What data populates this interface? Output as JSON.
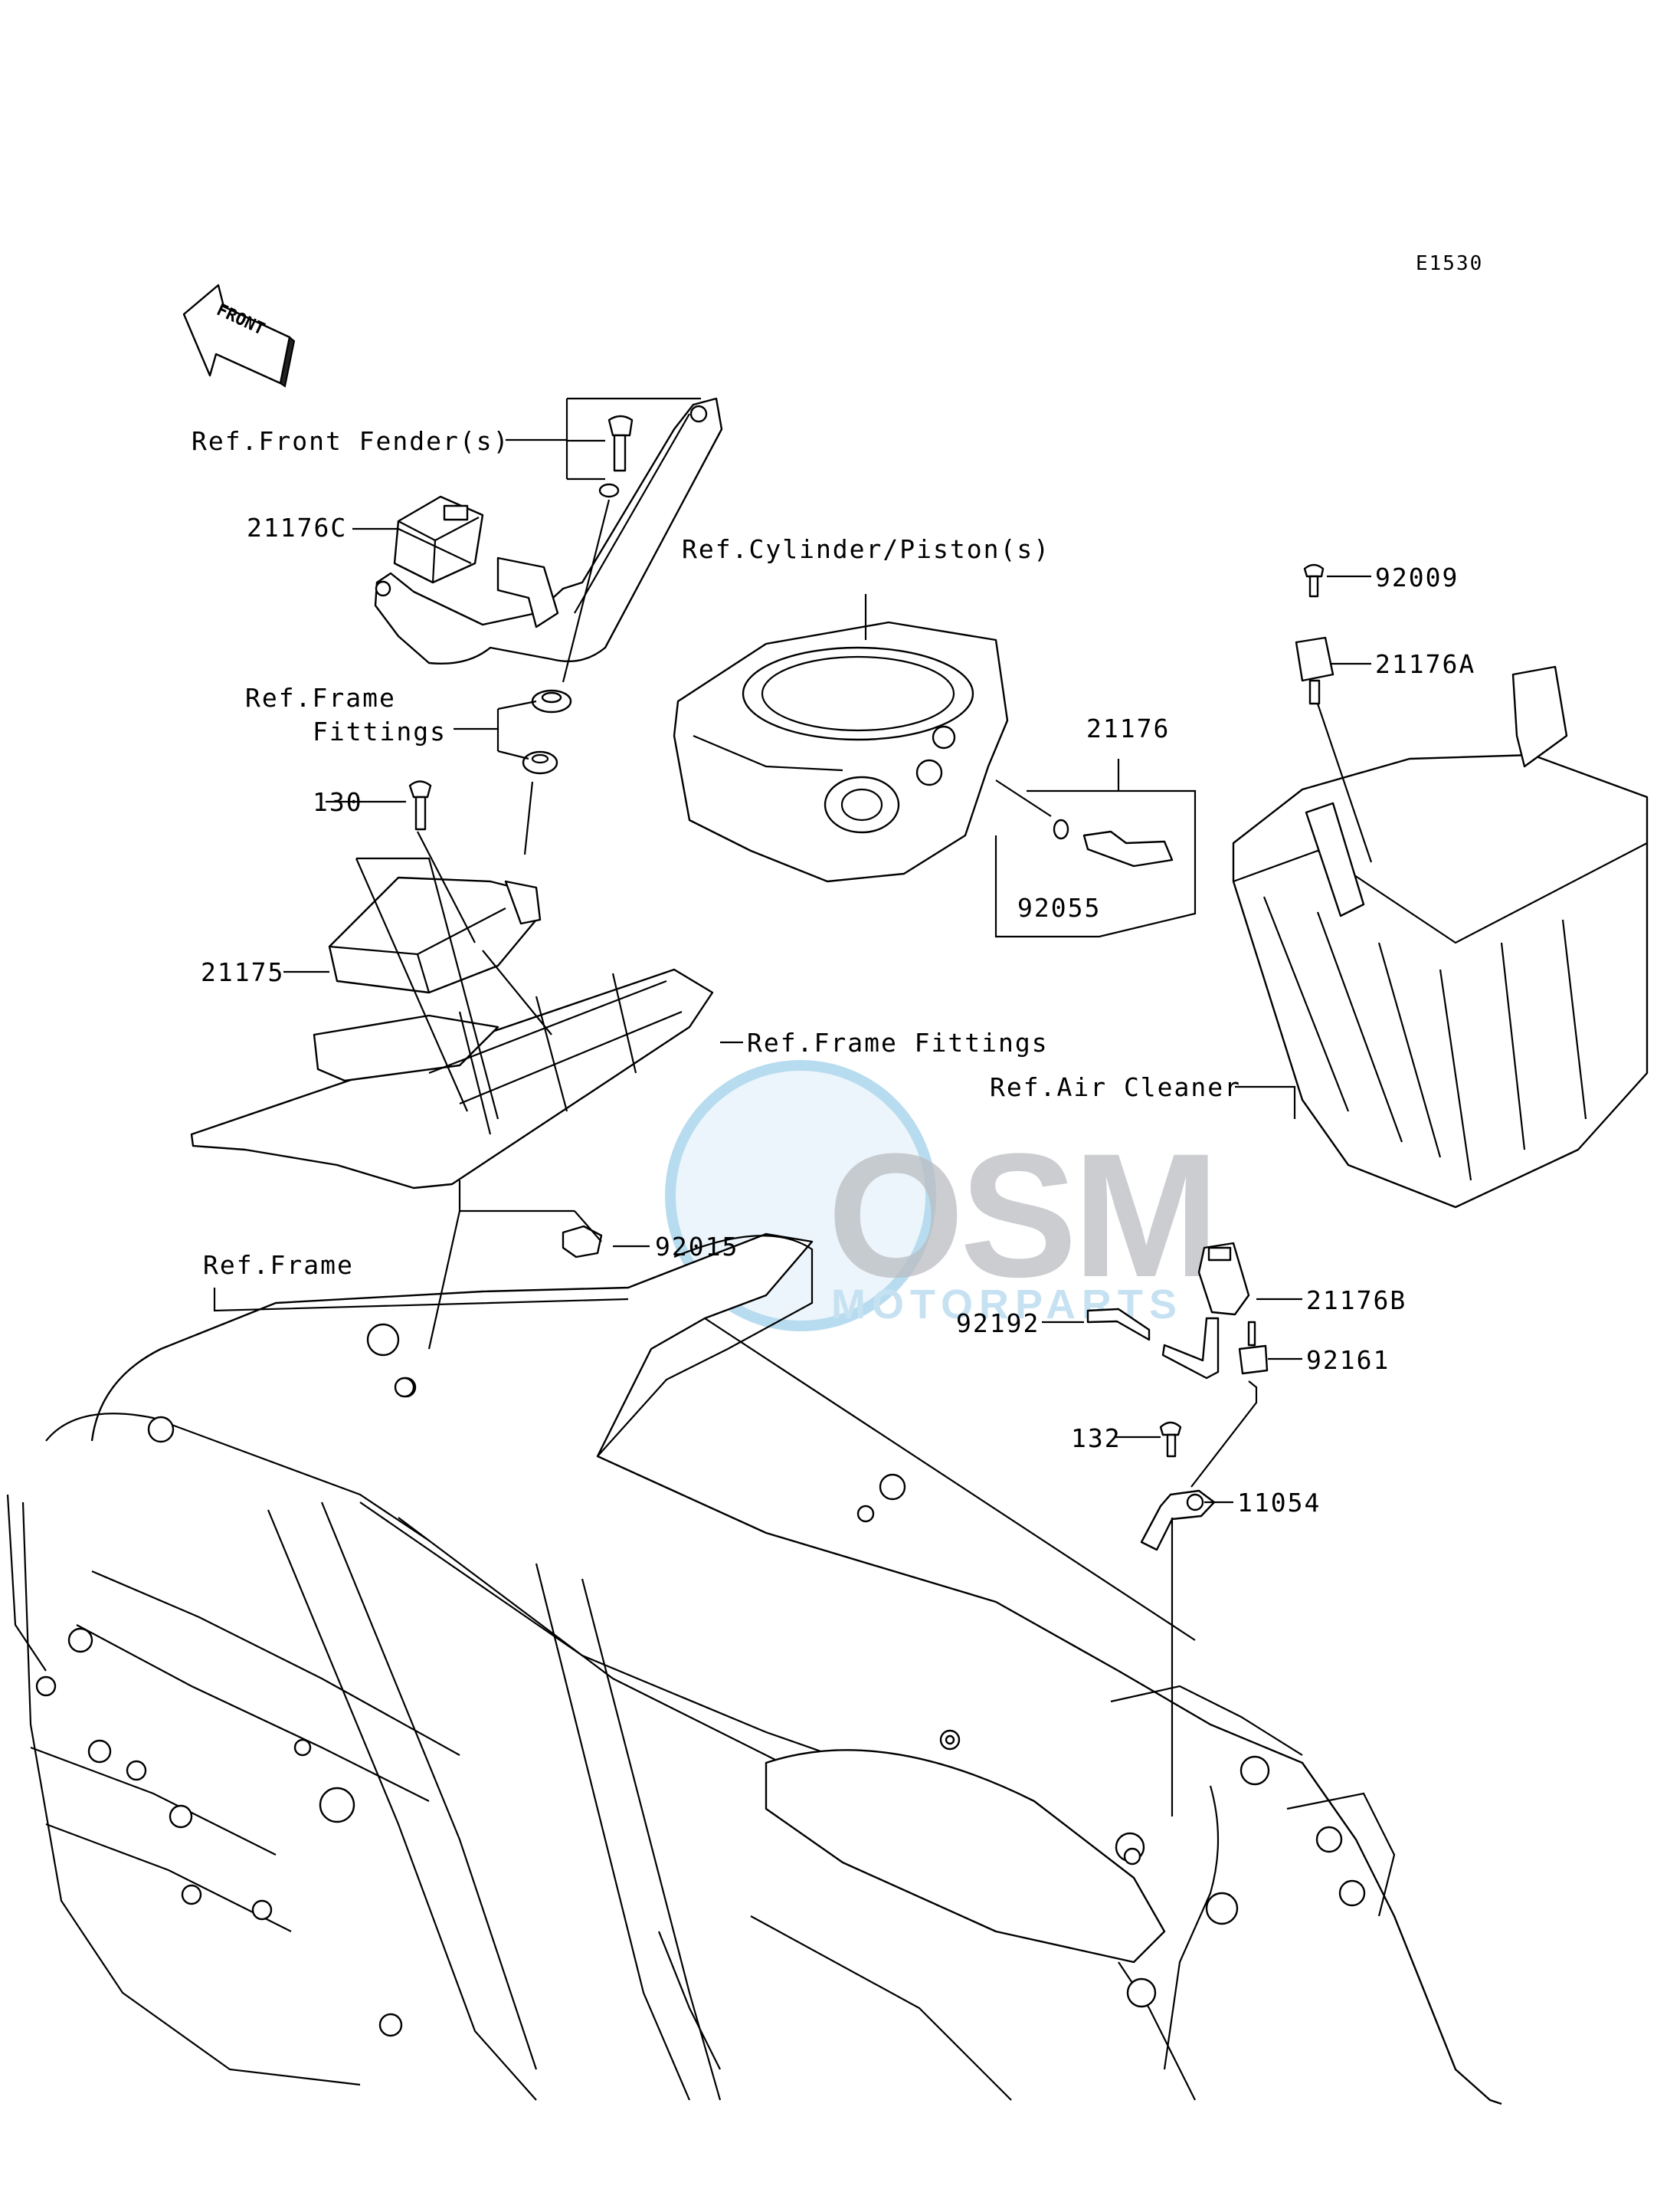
{
  "diagram": {
    "code": "E1530",
    "front_arrow": "FRONT",
    "parts": {
      "p21176C": "21176C",
      "p130": "130",
      "p21175": "21175",
      "p92015": "92015",
      "p21176": "21176",
      "p92055": "92055",
      "p92009": "92009",
      "p21176A": "21176A",
      "p21176B": "21176B",
      "p92192": "92192",
      "p92161": "92161",
      "p132": "132",
      "p11054": "11054"
    },
    "refs": {
      "front_fender": "Ref.Front Fender(s)",
      "frame_fittings_1": "Ref.Frame",
      "frame_fittings_2": "Fittings",
      "cylinder_piston": "Ref.Cylinder/Piston(s)",
      "frame_fittings": "Ref.Frame Fittings",
      "air_cleaner": "Ref.Air Cleaner",
      "frame": "Ref.Frame"
    },
    "watermark": {
      "brand": "OSM",
      "sub": "MOTORPARTS"
    }
  }
}
